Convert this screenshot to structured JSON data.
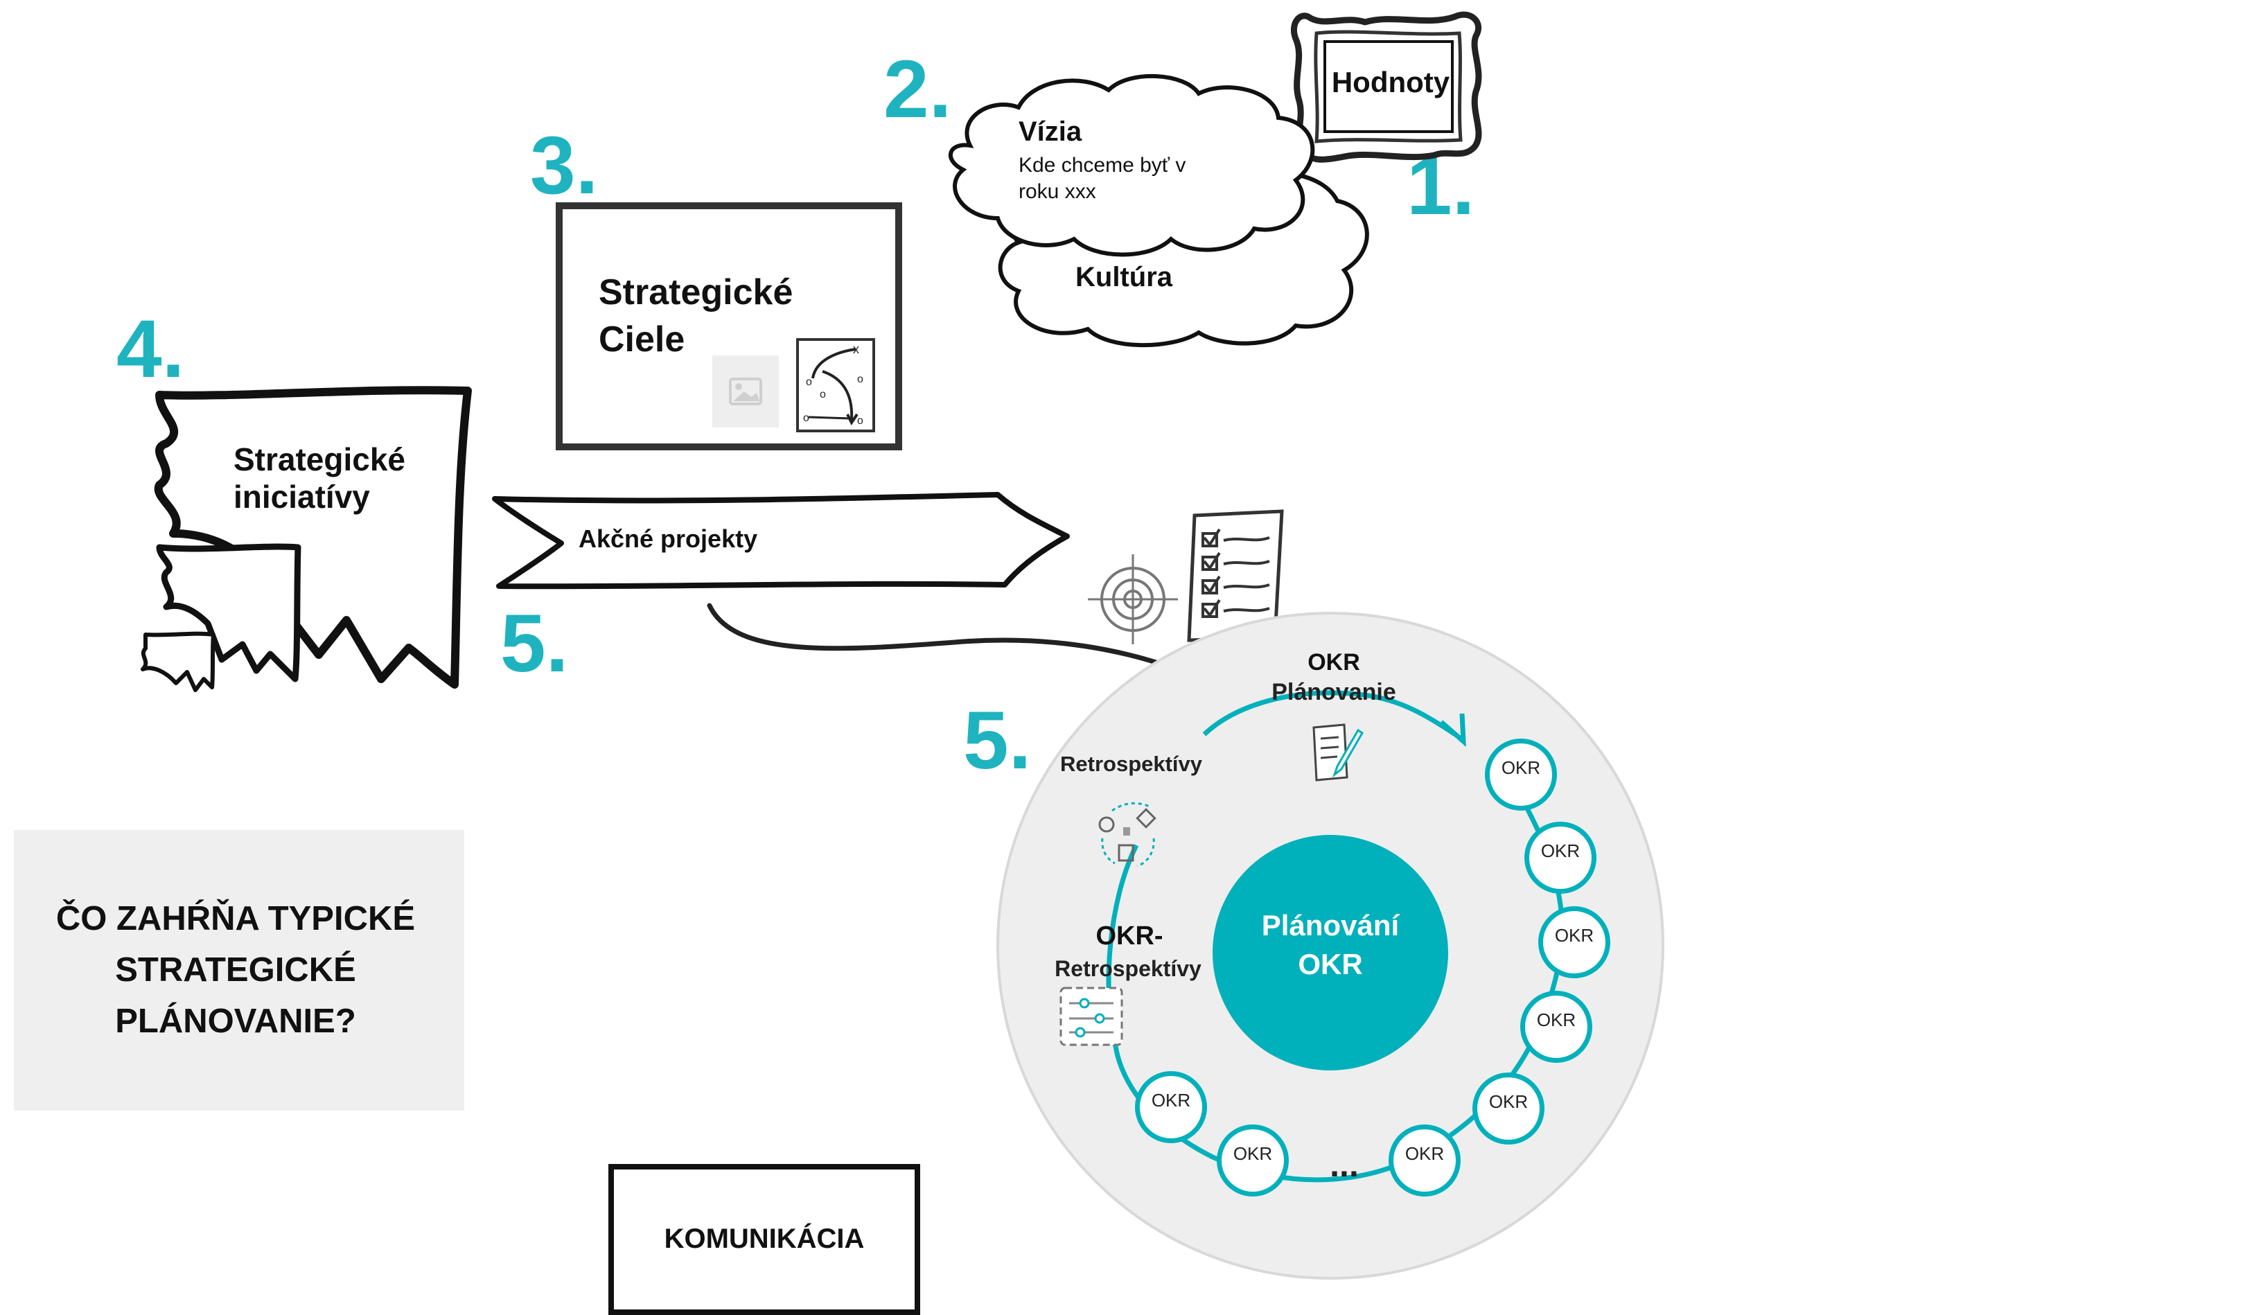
{
  "steps": {
    "values": {
      "number": "1.",
      "label": "Hodnoty"
    },
    "vision": {
      "number": "2.",
      "title": "Vízia",
      "text": "Kde chceme byť v roku xxx",
      "culture": "Kultúra"
    },
    "goals": {
      "number": "3.",
      "title_line1": "Strategické",
      "title_line2": "Ciele"
    },
    "initiatives": {
      "number": "4.",
      "title_line1": "Strategické",
      "title_line2": "iniciatívy"
    },
    "projects": {
      "number": "5.",
      "label": "Akčné projekty"
    },
    "okr": {
      "number": "5."
    }
  },
  "okr_cycle": {
    "planning_line1": "OKR",
    "planning_line2": "Plánovanie",
    "retro": "Retrospektívy",
    "okr_retro_line1": "OKR-",
    "okr_retro_line2": "Retrospektívy",
    "center_line1": "Plánování",
    "center_line2": "OKR",
    "node_label": "OKR",
    "ellipsis": "...",
    "accent_color": "#00b0bb",
    "circle_bg": "#eeeeee"
  },
  "question": {
    "line1": "ČO ZAHŔŇA TYPICKÉ",
    "line2": "STRATEGICKÉ",
    "line3": "PLÁNOVANIE?"
  },
  "communication": {
    "label": "KOMUNIKÁCIA"
  },
  "icons": [
    "picture-frame-icon",
    "cloud-icon",
    "image-placeholder-icon",
    "strategy-play-icon",
    "target-icon",
    "checklist-icon",
    "pencil-paper-icon",
    "retro-cards-icon",
    "sliders-board-icon",
    "arrow-icon"
  ]
}
